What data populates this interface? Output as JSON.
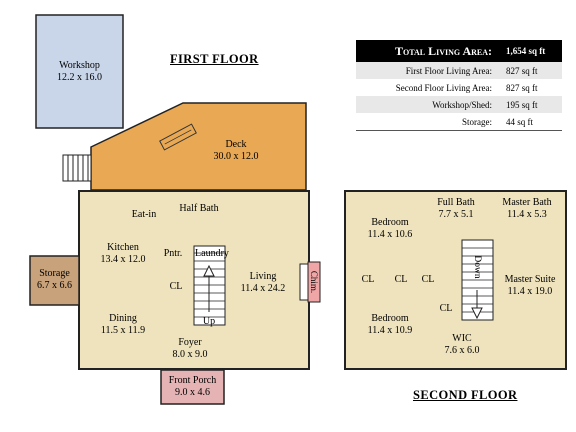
{
  "headings": {
    "first_floor": "FIRST FLOOR",
    "second_floor": "SECOND FLOOR"
  },
  "area_table": {
    "total_label": "Total Living Area:",
    "total_value": "1,654 sq ft",
    "rows": [
      {
        "label": "First Floor Living Area:",
        "value": "827 sq ft"
      },
      {
        "label": "Second Floor Living Area:",
        "value": "827 sq ft"
      },
      {
        "label": "Workshop/Shed:",
        "value": "195 sq ft"
      },
      {
        "label": "Storage:",
        "value": "44 sq ft"
      }
    ]
  },
  "first_floor": {
    "workshop": {
      "name": "Workshop",
      "dims": "12.2 x 16.0"
    },
    "deck": {
      "name": "Deck",
      "dims": "30.0 x 12.0"
    },
    "eat_in": "Eat-in",
    "half_bath": "Half Bath",
    "kitchen": {
      "name": "Kitchen",
      "dims": "13.4 x 12.0"
    },
    "pantry": "Pntr.",
    "laundry": "Laundry",
    "living": {
      "name": "Living",
      "dims": "11.4 x 24.2"
    },
    "closet": "CL",
    "stairs_up": "Up",
    "dining": {
      "name": "Dining",
      "dims": "11.5 x 11.9"
    },
    "foyer": {
      "name": "Foyer",
      "dims": "8.0 x 9.0"
    },
    "storage": {
      "name": "Storage",
      "dims": "6.7 x 6.6"
    },
    "chimney": "Chim.",
    "front_porch": {
      "name": "Front Porch",
      "dims": "9.0 x 4.6"
    }
  },
  "second_floor": {
    "full_bath": {
      "name": "Full Bath",
      "dims": "7.7 x 5.1"
    },
    "master_bath": {
      "name": "Master Bath",
      "dims": "11.4 x 5.3"
    },
    "bedroom1": {
      "name": "Bedroom",
      "dims": "11.4 x 10.6"
    },
    "closet1": "CL",
    "closet2": "CL",
    "closet3": "CL",
    "closet4": "CL",
    "stairs_down": "Down",
    "master_suite": {
      "name": "Master Suite",
      "dims": "11.4 x 19.0"
    },
    "bedroom2": {
      "name": "Bedroom",
      "dims": "11.4 x 10.9"
    },
    "wic": {
      "name": "WIC",
      "dims": "7.6 x 6.0"
    }
  },
  "colors": {
    "living_fill": "#efe3bd",
    "workshop_fill": "#c9d6ea",
    "deck_fill": "#e9a853",
    "storage_fill": "#c8a27a",
    "porch_fill": "#e5b3b4",
    "chimney_fill": "#f0a6a6"
  }
}
